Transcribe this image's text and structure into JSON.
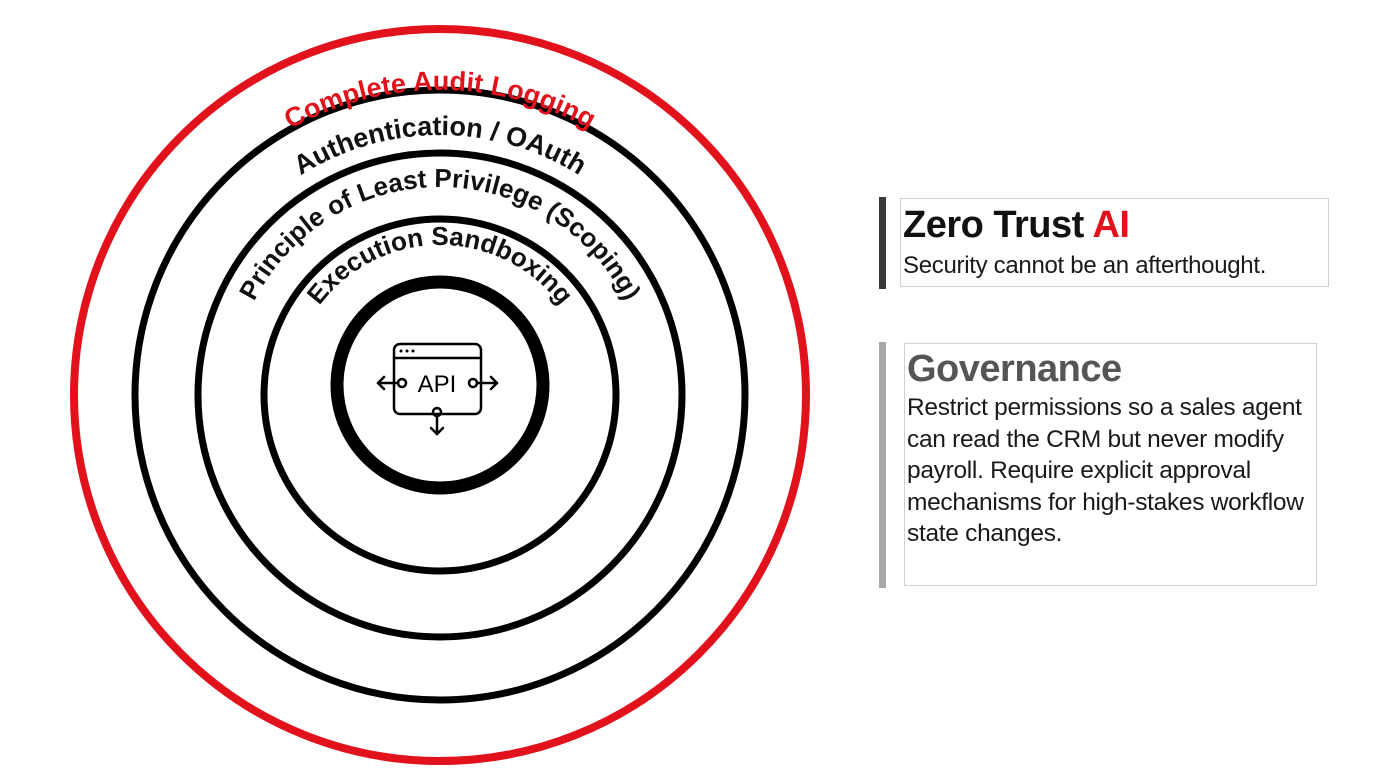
{
  "diagram": {
    "center": {
      "label": "API",
      "icon": "api-window-icon"
    },
    "rings": [
      {
        "name": "Complete Audit Logging",
        "color": "#e1121c"
      },
      {
        "name": "Authentication / OAuth",
        "color": "#000000"
      },
      {
        "name": "Principle of Least Privilege (Scoping)",
        "color": "#000000"
      },
      {
        "name": "Execution Sandboxing",
        "color": "#000000"
      }
    ]
  },
  "zero_trust": {
    "title_prefix": "Zero Trust",
    "title_accent": "AI",
    "subtitle": "Security cannot be an afterthought."
  },
  "governance": {
    "title": "Governance",
    "body": "Restrict permissions so a sales agent can read the CRM but never modify payroll. Require explicit approval mechanisms for high-stakes workflow state changes."
  },
  "colors": {
    "accent_red": "#e1121c",
    "ink": "#000000",
    "zero_trust_bar": "#3a3a3a",
    "governance_bar": "#a8a8a8",
    "governance_title": "#555555"
  }
}
